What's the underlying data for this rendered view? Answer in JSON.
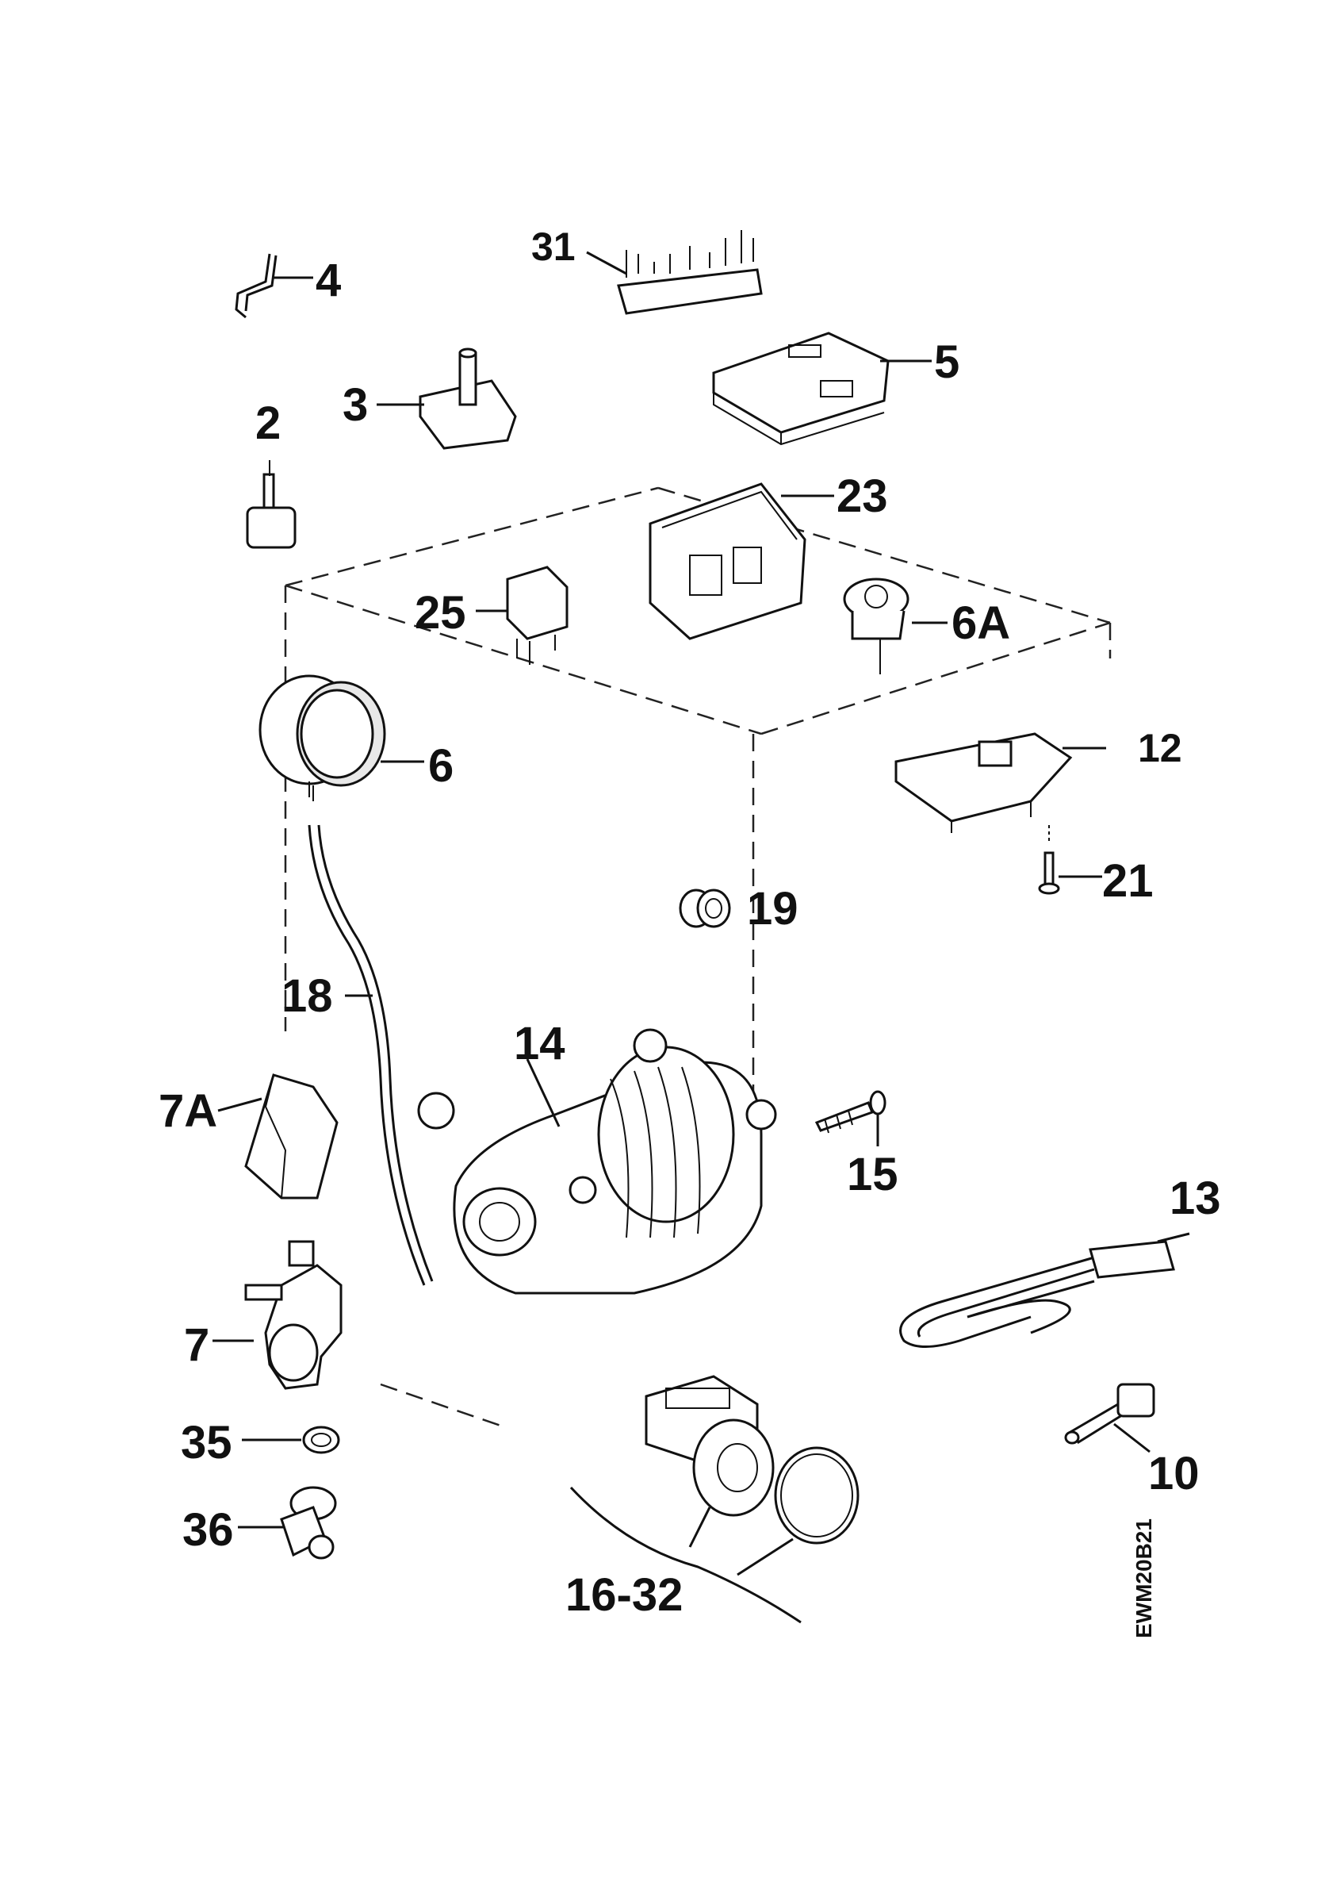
{
  "labels": {
    "p4": "4",
    "p31": "31",
    "p5": "5",
    "p3": "3",
    "p2": "2",
    "p23": "23",
    "p25": "25",
    "p6A": "6A",
    "p6": "6",
    "p12": "12",
    "p21": "21",
    "p19": "19",
    "p18": "18",
    "p14": "14",
    "p7A": "7A",
    "p15": "15",
    "p13": "13",
    "p7": "7",
    "p35": "35",
    "p10": "10",
    "p36": "36",
    "p16_32": "16-32"
  },
  "drawing_code": "EWM20B21"
}
